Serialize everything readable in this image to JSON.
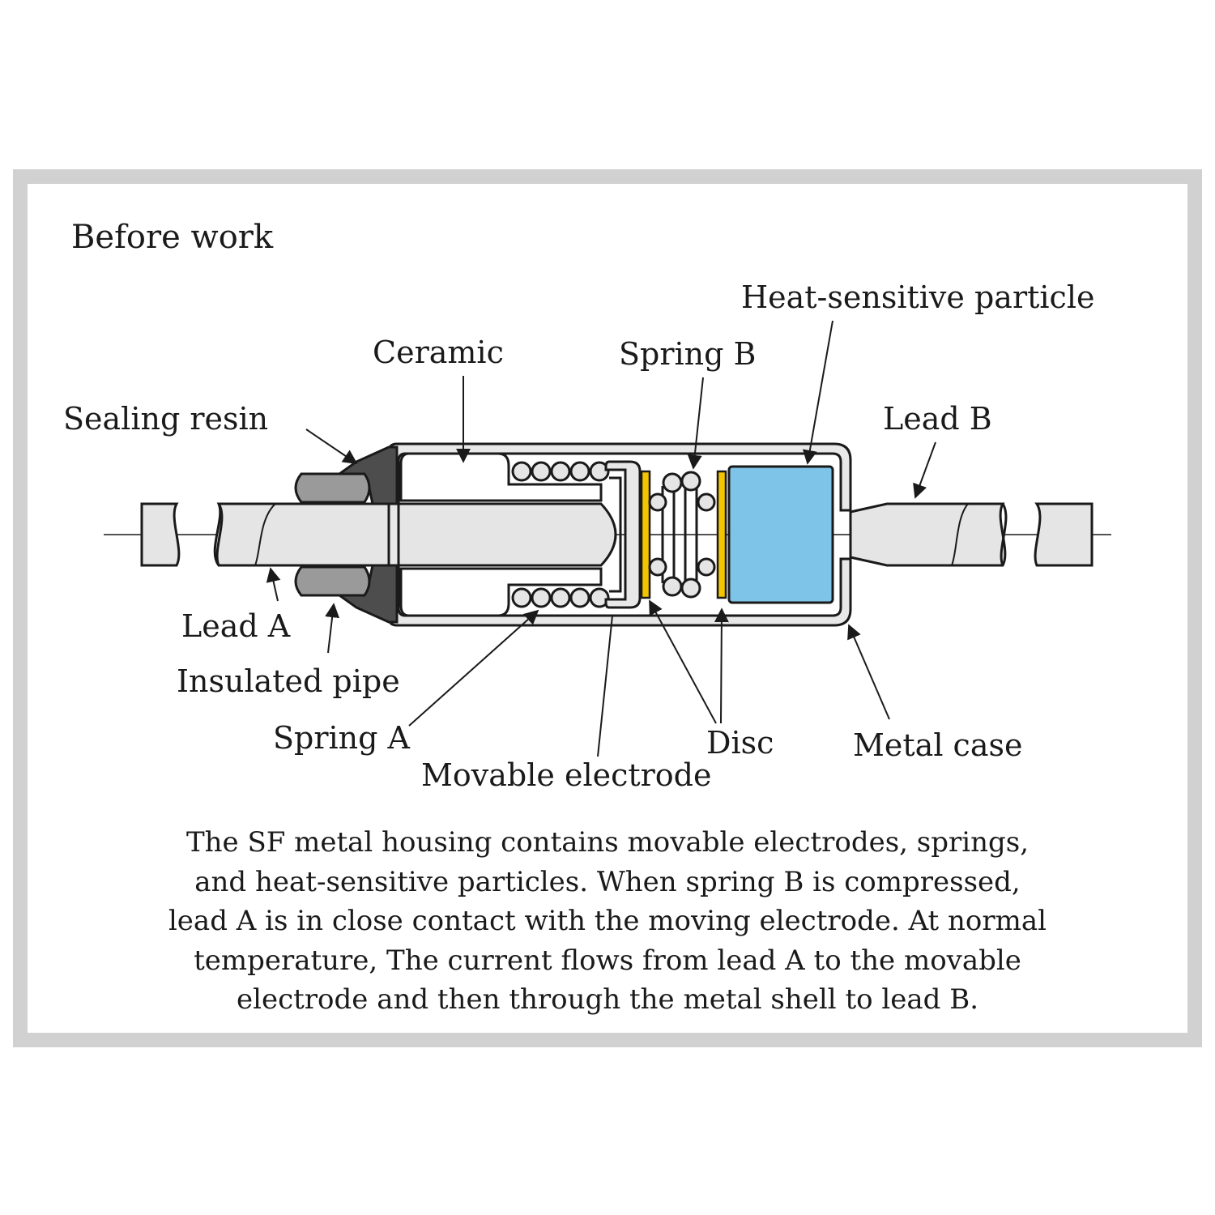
{
  "title": "Before work",
  "labels": {
    "heat_sensitive_particle": "Heat-sensitive particle",
    "ceramic": "Ceramic",
    "spring_b": "Spring B",
    "sealing_resin": "Sealing resin",
    "lead_b": "Lead B",
    "lead_a": "Lead A",
    "insulated_pipe": "Insulated pipe",
    "spring_a": "Spring A",
    "disc": "Disc",
    "metal_case": "Metal case",
    "movable_electrode": "Movable electrode"
  },
  "description": [
    "The SF metal housing contains movable electrodes, springs,",
    "and heat-sensitive particles. When spring B is compressed,",
    "lead A is in close contact with the moving electrode. At normal",
    "temperature, The current flows from lead A to the movable",
    "electrode and then through the metal shell to lead B."
  ],
  "colors": {
    "frame": "#d1d1d1",
    "lead": "#e5e5e5",
    "sealing_resin": "#4d4d4d",
    "insulated_pipe": "#9a9a9a",
    "case": "#e8e8e8",
    "disc": "#f2c500",
    "heat_sensitive_particle": "#7ec4e8"
  }
}
